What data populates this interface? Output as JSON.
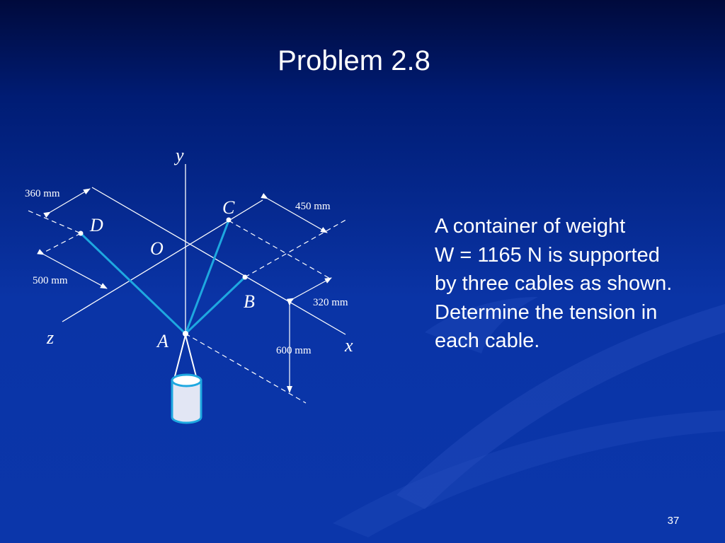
{
  "slide": {
    "title": "Problem  2.8",
    "slide_number": "37",
    "description_lines": [
      "A container of weight",
      "W = 1165 N is supported",
      "by three cables as shown.",
      "Determine the tension in",
      "each cable."
    ]
  },
  "diagram": {
    "axis_labels": {
      "x": "x",
      "y": "y",
      "z": "z"
    },
    "points": {
      "O": "O",
      "A": "A",
      "B": "B",
      "C": "C",
      "D": "D"
    },
    "dimensions": {
      "d360": "360 mm",
      "d450": "450 mm",
      "d500": "500 mm",
      "d320": "320 mm",
      "d600": "600 mm"
    },
    "colors": {
      "cable": "#1ea8e0",
      "lines": "#ffffff",
      "container_fill": "#e2e6f4",
      "container_top": "#ffffff",
      "container_rim": "#1ea8e0"
    }
  },
  "theme": {
    "background_top": "#000a3c",
    "background_bottom": "#0b36aa",
    "text": "#ffffff"
  }
}
